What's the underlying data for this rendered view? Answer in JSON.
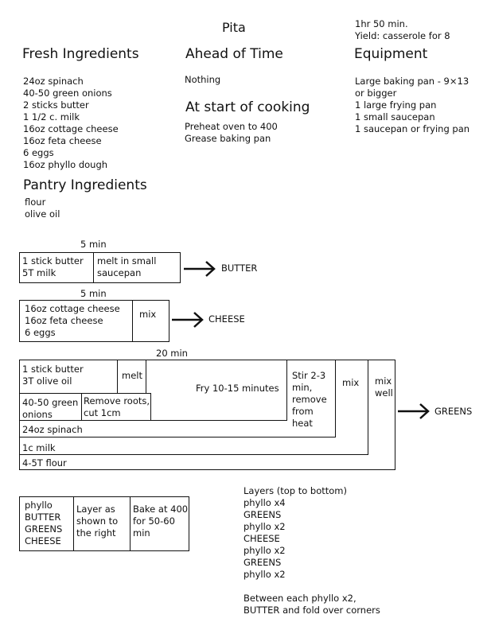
{
  "title": "Pita",
  "time": "1hr 50 min.",
  "yield": "Yield: casserole for 8",
  "fresh": {
    "heading": "Fresh Ingredients",
    "items": [
      "24oz spinach",
      "40-50 green onions",
      "2 sticks butter",
      "1 1/2 c. milk",
      "16oz cottage cheese",
      "16oz feta cheese",
      "6 eggs",
      "16oz phyllo dough"
    ]
  },
  "pantry": {
    "heading": "Pantry Ingredients",
    "items": [
      "flour",
      "olive oil"
    ]
  },
  "ahead": {
    "heading": "Ahead of Time",
    "items": [
      "Nothing"
    ]
  },
  "start": {
    "heading": "At start of cooking",
    "items": [
      "Preheat oven to 400",
      "Grease baking pan"
    ]
  },
  "equipment": {
    "heading": "Equipment",
    "items": [
      "Large baking pan - 9×13",
      "or bigger",
      "1 large frying pan",
      "1 small saucepan",
      "1 saucepan or frying pan"
    ]
  },
  "butter_step": {
    "time": "5 min",
    "ingredients": [
      "1 stick butter",
      "5T milk"
    ],
    "action": [
      "melt in small",
      "saucepan"
    ],
    "result": "BUTTER"
  },
  "cheese_step": {
    "time": "5 min",
    "ingredients": [
      "16oz cottage cheese",
      "16oz feta cheese",
      "6 eggs"
    ],
    "action": "mix",
    "result": "CHEESE"
  },
  "greens_step": {
    "time": "20 min",
    "butter_oil": [
      "1 stick butter",
      "3T olive oil"
    ],
    "melt": "melt",
    "fry": "Fry 10-15 minutes",
    "onions": [
      "40-50 green",
      "onions"
    ],
    "roots": [
      "Remove roots,",
      "cut 1cm"
    ],
    "stir": [
      "Stir 2-3",
      "min,",
      "remove",
      "from",
      "heat"
    ],
    "mix": "mix",
    "mix_well": [
      "mix",
      "well"
    ],
    "spinach": "24oz spinach",
    "milk": "1c milk",
    "flour": "4-5T flour",
    "result": "GREENS"
  },
  "assembly": {
    "ingredients": [
      "phyllo",
      "BUTTER",
      "GREENS",
      "CHEESE"
    ],
    "layer": [
      "Layer as",
      "shown to",
      "the right"
    ],
    "bake": [
      "Bake at 400",
      "for 50-60",
      "min"
    ]
  },
  "layers": {
    "heading": "Layers (top to bottom)",
    "items": [
      "phyllo x4",
      "GREENS",
      "phyllo x2",
      "CHEESE",
      "phyllo x2",
      "GREENS",
      "phyllo x2"
    ],
    "note": [
      "Between each phyllo x2,",
      "BUTTER and fold over corners"
    ]
  }
}
